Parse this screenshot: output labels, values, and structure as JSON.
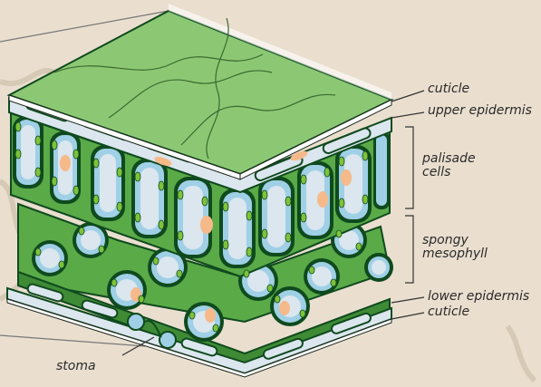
{
  "labels": {
    "cuticle_top": "cuticle",
    "upper_epidermis": "upper epidermis",
    "palisade_line1": "palisade",
    "palisade_line2": "cells",
    "spongy_line1": "spongy",
    "spongy_line2": "mesophyll",
    "lower_epidermis": "lower epidermis",
    "cuticle_bottom": "cuticle",
    "stoma": "stoma"
  },
  "colors": {
    "background": "#eadfcf",
    "leaf_surface": "#8cc874",
    "leaf_side": "#4e9a3c",
    "cell_wall": "#0f4a1e",
    "chloroplast": "#7ec23a",
    "vacuole": "#dbe6ee",
    "cytoplasm": "#9fd0e6",
    "nucleus": "#f6b98a",
    "outline": "#1c2a1e"
  }
}
